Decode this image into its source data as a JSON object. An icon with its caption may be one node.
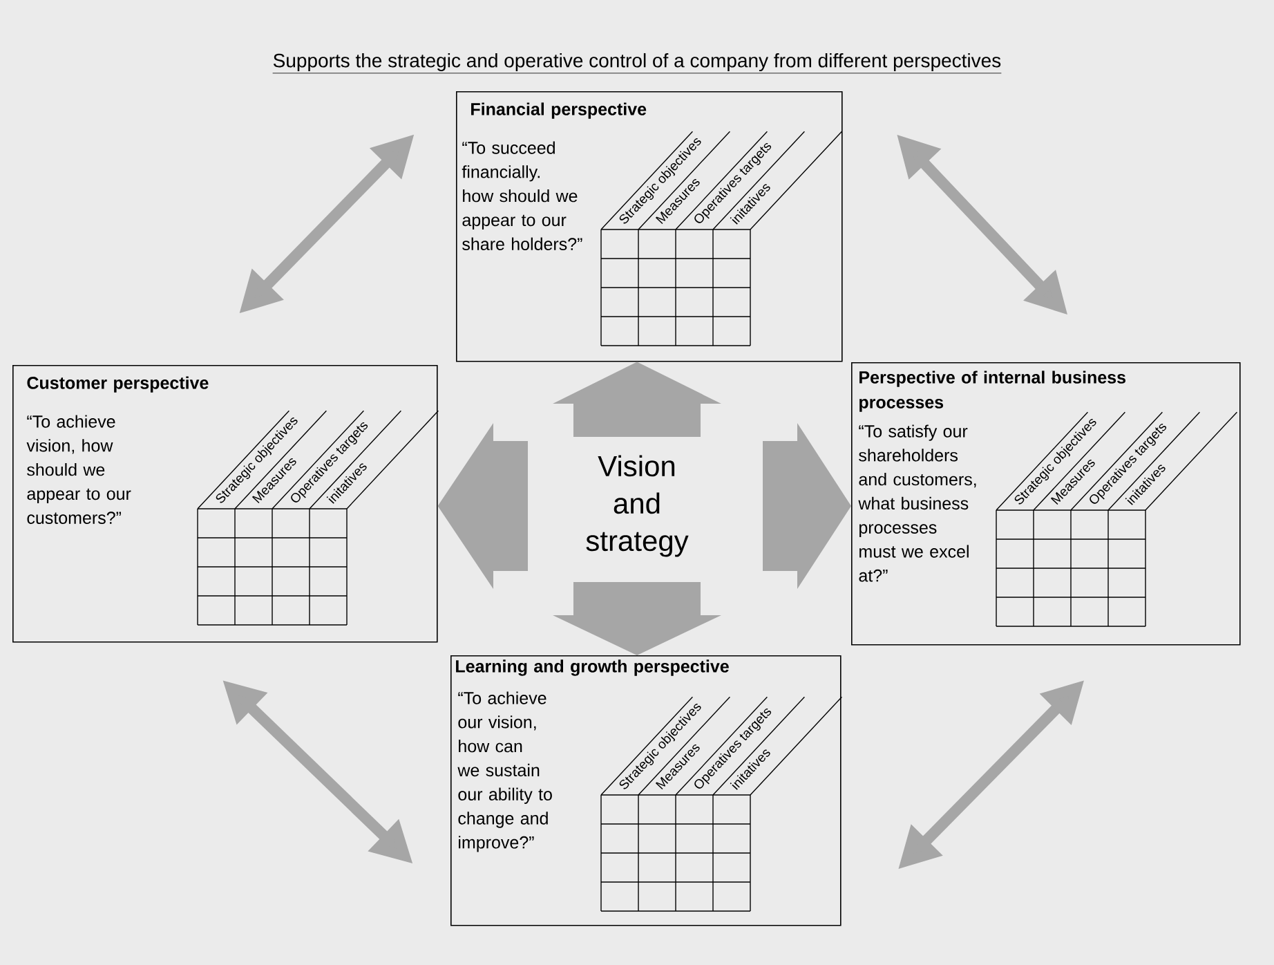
{
  "diagram": {
    "title": "Supports the strategic and operative control of a company from different perspectives",
    "nodes": [
      {
        "text": [
          "Financial perspective",
          "“To succeed financially. how should we appear to our share holders?”"
        ]
      },
      {
        "text": [
          "Customer perspective",
          "“To achieve vision, how should we appear to our customers?”"
        ]
      },
      {
        "text": [
          "Vision and strategy"
        ]
      },
      {
        "text": [
          "Perspective of internal business processes",
          "“To satisfy our shareholders and customers, what business processes must we excel at?”"
        ]
      },
      {
        "text": [
          "Learning and growth perspective",
          "“To achieve our vision, how can we sustain our ability to change and improve?”"
        ]
      }
    ],
    "edges": [
      {
        "from": 2,
        "to": 0,
        "arrow": "to",
        "style": "thick"
      },
      {
        "from": 2,
        "to": 1,
        "arrow": "to",
        "style": "thick"
      },
      {
        "from": 2,
        "to": 3,
        "arrow": "to",
        "style": "thick"
      },
      {
        "from": 2,
        "to": 4,
        "arrow": "to",
        "style": "thick"
      },
      {
        "from": 0,
        "to": 1,
        "arrow": "both"
      },
      {
        "from": 0,
        "to": 3,
        "arrow": "both"
      },
      {
        "from": 1,
        "to": 4,
        "arrow": "both"
      },
      {
        "from": 3,
        "to": 4,
        "arrow": "both"
      }
    ],
    "labels": [
      "Strategic objectives",
      "Measures",
      "Operatives targets",
      "initatives",
      "Strategic objectives",
      "Measures",
      "Operatives targets",
      "initatives",
      "Strategic objectives",
      "Measures",
      "Operatives targets",
      "initatives",
      "Strategic objectives",
      "Measures",
      "Operatives targets",
      "initatives"
    ]
  }
}
